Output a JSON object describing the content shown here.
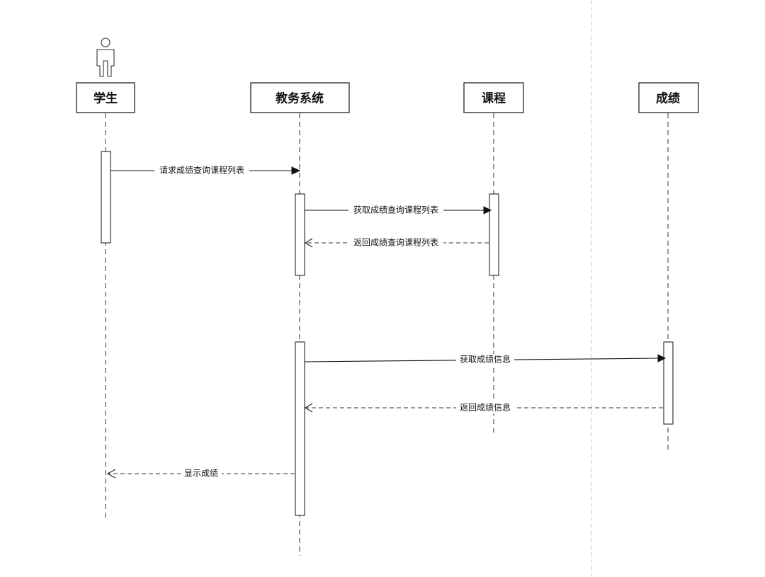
{
  "diagram": {
    "type": "sequence",
    "participants": [
      {
        "id": "student",
        "label": "学生",
        "is_actor": true
      },
      {
        "id": "system",
        "label": "教务系统",
        "is_actor": false
      },
      {
        "id": "course",
        "label": "课程",
        "is_actor": false
      },
      {
        "id": "grade",
        "label": "成绩",
        "is_actor": false
      }
    ],
    "messages": [
      {
        "from": "student",
        "to": "system",
        "label": "请求成绩查询课程列表",
        "style": "sync"
      },
      {
        "from": "system",
        "to": "course",
        "label": "获取成绩查询课程列表",
        "style": "sync"
      },
      {
        "from": "course",
        "to": "system",
        "label": "返回成绩查询课程列表",
        "style": "return"
      },
      {
        "from": "system",
        "to": "grade",
        "label": "获取成绩信息",
        "style": "sync"
      },
      {
        "from": "grade",
        "to": "system",
        "label": "返回成绩信息",
        "style": "return"
      },
      {
        "from": "system",
        "to": "student",
        "label": "显示成绩",
        "style": "return"
      }
    ]
  }
}
